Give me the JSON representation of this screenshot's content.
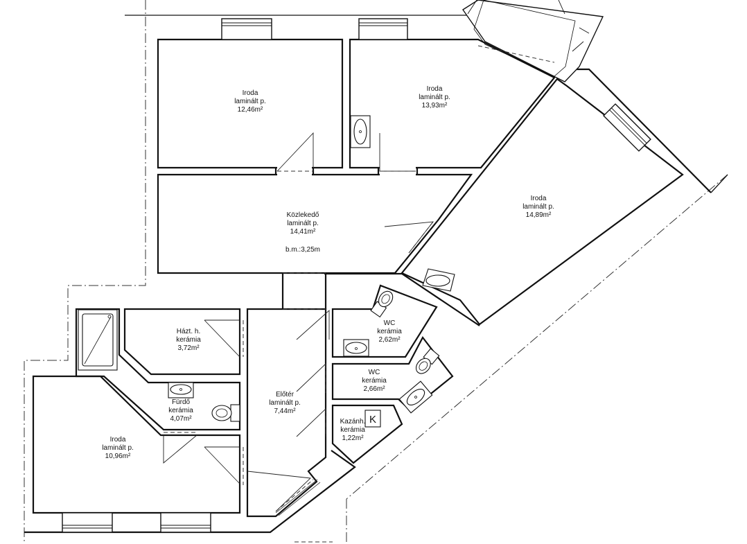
{
  "rooms": {
    "iroda1": {
      "name": "Iroda",
      "floor": "laminált p.",
      "area": "12,46m²"
    },
    "iroda2": {
      "name": "Iroda",
      "floor": "laminált p.",
      "area": "13,93m²"
    },
    "iroda3": {
      "name": "Iroda",
      "floor": "laminált p.",
      "area": "14,89m²"
    },
    "kozlekedo": {
      "name": "Közlekedő",
      "floor": "laminált p.",
      "area": "14,41m²",
      "note": "b.m.:3,25m"
    },
    "haztartasi": {
      "name": "Házt. h.",
      "floor": "kerámia",
      "area": "3,72m²"
    },
    "furdo": {
      "name": "Fürdő",
      "floor": "kerámia",
      "area": "4,07m²"
    },
    "iroda4": {
      "name": "Iroda",
      "floor": "laminált p.",
      "area": "10,96m²"
    },
    "eloter": {
      "name": "Előtér",
      "floor": "laminált p.",
      "area": "7,44m²"
    },
    "wc1": {
      "name": "WC",
      "floor": "kerámia",
      "area": "2,62m²"
    },
    "wc2": {
      "name": "WC",
      "floor": "kerámia",
      "area": "2,66m²"
    },
    "kazanhaz": {
      "name": "Kazánh.",
      "floor": "kerámia",
      "area": "1,22m²",
      "boiler_mark": "K"
    }
  }
}
